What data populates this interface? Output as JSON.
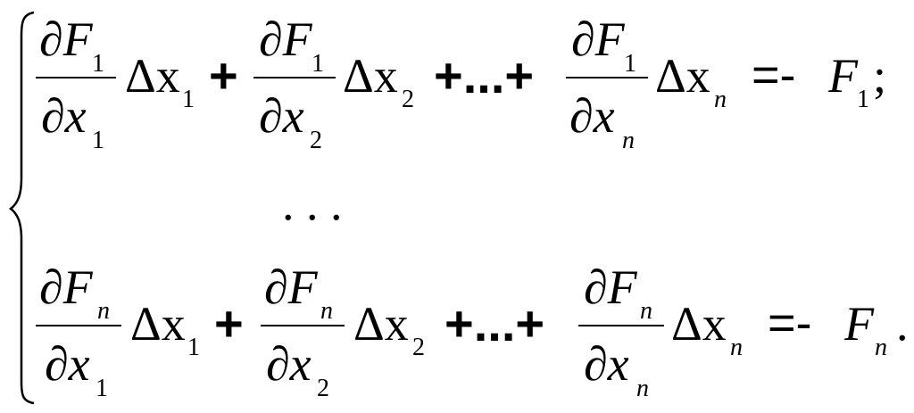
{
  "equation_system": {
    "row1": {
      "t1_num_sym": "∂F",
      "t1_num_sub": "1",
      "t1_den_sym": "∂x",
      "t1_den_sub": "1",
      "t1_delta": "Δx",
      "t1_delta_sub": "1",
      "plus1": "+",
      "t2_num_sym": "∂F",
      "t2_num_sub": "1",
      "t2_den_sym": "∂x",
      "t2_den_sub": "2",
      "t2_delta": "Δx",
      "t2_delta_sub": "2",
      "ellipsis": "+...+",
      "t3_num_sym": "∂F",
      "t3_num_sub": "1",
      "t3_den_sym": "∂x",
      "t3_den_sub": "n",
      "t3_delta": "Δx",
      "t3_delta_sub": "n",
      "equals": "=-",
      "rhs_sym": "F",
      "rhs_sub": "1",
      "end": ";"
    },
    "middle_dots": ". . .",
    "row2": {
      "t1_num_sym": "∂F",
      "t1_num_sub": "n",
      "t1_den_sym": "∂x",
      "t1_den_sub": "1",
      "t1_delta": "Δx",
      "t1_delta_sub": "1",
      "plus1": "+",
      "t2_num_sym": "∂F",
      "t2_num_sub": "n",
      "t2_den_sym": "∂x",
      "t2_den_sub": "2",
      "t2_delta": "Δx",
      "t2_delta_sub": "2",
      "ellipsis": "+...+",
      "t3_num_sym": "∂F",
      "t3_num_sub": "n",
      "t3_den_sym": "∂x",
      "t3_den_sub": "n",
      "t3_delta": "Δx",
      "t3_delta_sub": "n",
      "equals": "=-",
      "rhs_sym": "F",
      "rhs_sub": "n",
      "end": "."
    }
  }
}
